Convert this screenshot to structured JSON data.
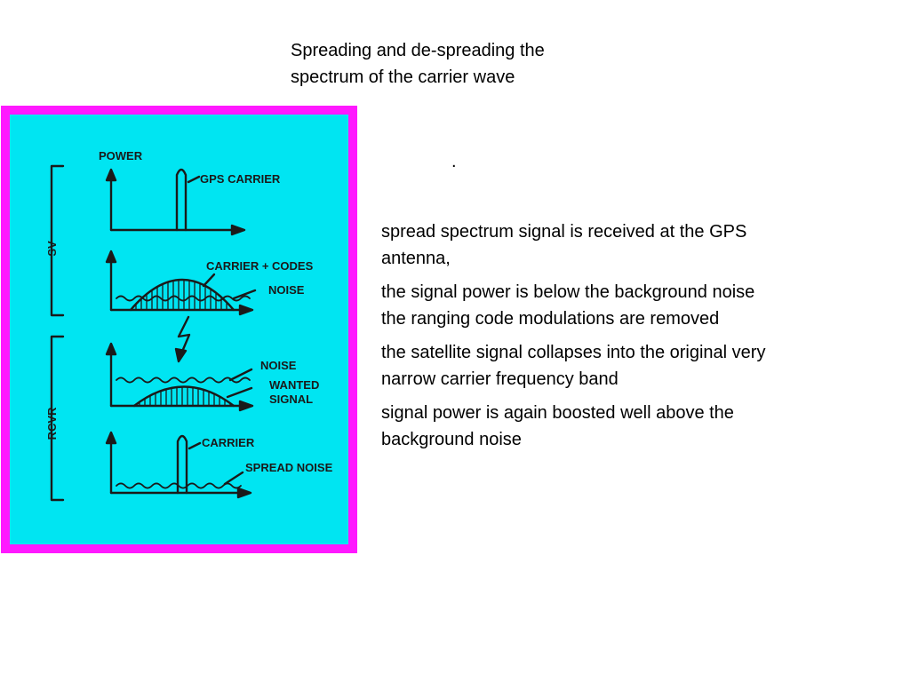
{
  "title": {
    "line1": "Spreading and de-spreading the",
    "line2": "spectrum of the carrier wave"
  },
  "dot": ".",
  "bullets": [
    {
      "lines": [
        "spread spectrum signal is received at the GPS",
        "antenna,"
      ]
    },
    {
      "lines": [
        "the signal power is below the background noise",
        "the ranging code modulations are removed"
      ]
    },
    {
      "lines": [
        "the satellite signal collapses into the original very",
        "narrow carrier frequency band"
      ]
    },
    {
      "lines": [
        "signal power is again boosted well above the",
        "background noise"
      ]
    }
  ],
  "diagram": {
    "colors": {
      "background": "#00e5f2",
      "border": "#ff19ff",
      "ink": "#1a1a1a"
    },
    "groups": {
      "sv": "SV",
      "rcvr": "RCVR"
    },
    "labels": {
      "power": "POWER",
      "gps_carrier": "GPS CARRIER",
      "carrier_codes": "CARRIER + CODES",
      "noise_1": "NOISE",
      "noise_2": "NOISE",
      "wanted_1": "WANTED",
      "wanted_2": "SIGNAL",
      "carrier": "CARRIER",
      "spread_noise": "SPREAD NOISE"
    }
  }
}
